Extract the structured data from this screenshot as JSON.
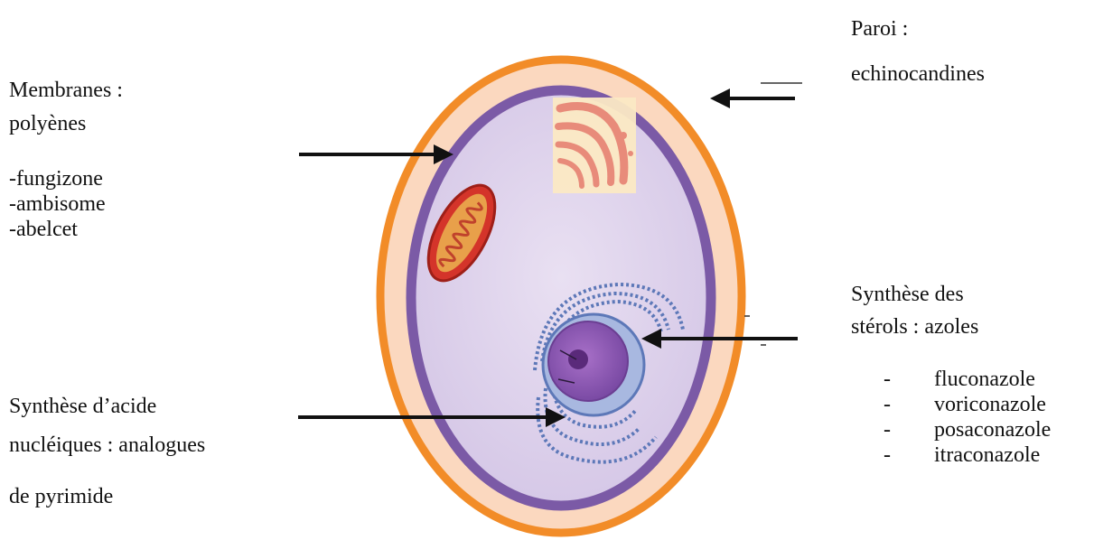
{
  "labels": {
    "paroi_title": "Paroi :",
    "paroi_drug": "echinocandines",
    "membranes_title": "Membranes :",
    "membranes_class": "polyènes",
    "membranes_drugs": [
      "-fungizone",
      "-ambisome",
      "-abelcet"
    ],
    "sterols_line1": "Synthèse des",
    "sterols_line2": "stérols : azoles",
    "sterols_drugs": [
      "fluconazole",
      "voriconazole",
      "posaconazole",
      "itraconazole"
    ],
    "dash": "-",
    "nucleic_line1": "Synthèse d’acide",
    "nucleic_line2": "nucléiques : analogues",
    "nucleic_line3": "de pyrimide"
  },
  "colors": {
    "wall_orange": "#f28c28",
    "wall_fill": "#fbd8bf",
    "membrane_purple": "#7b5aa6",
    "cytoplasm": "#dcd0ea",
    "mito_red": "#d4342a",
    "mito_inner": "#e8a04a",
    "golgi_pink": "#e88b7a",
    "golgi_bg": "#fbe9c4",
    "nucleus_purple": "#8a4fb0",
    "nucleolus": "#5a2a7a",
    "er_blue": "#5d78b8",
    "arrow": "#111111"
  },
  "icons": [
    "mitochondrion-icon",
    "golgi-apparatus-icon",
    "nucleus-icon",
    "endoplasmic-reticulum-icon"
  ]
}
